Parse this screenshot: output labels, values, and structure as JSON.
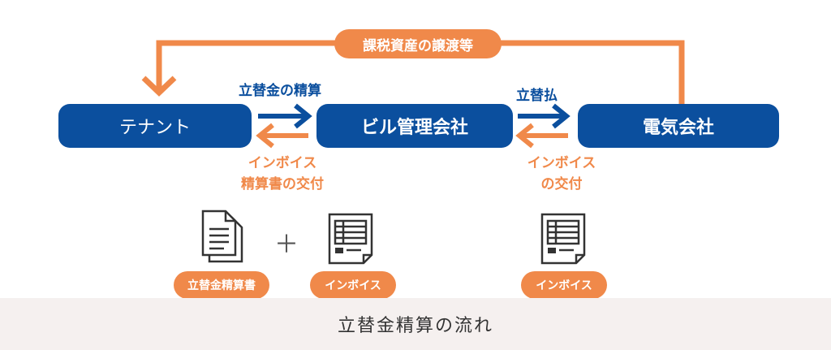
{
  "nodes": {
    "tenant": "テナント",
    "building_mgmt": "ビル管理会社",
    "electric": "電気会社"
  },
  "arrows": {
    "top_loop_label": "課税資産の譲渡等",
    "tenant_to_mgmt": "立替金の精算",
    "mgmt_to_electric": "立替払",
    "mgmt_to_tenant_line1": "インボイス",
    "mgmt_to_tenant_line2": "精算書の交付",
    "electric_to_mgmt_line1": "インボイス",
    "electric_to_mgmt_line2": "の交付"
  },
  "documents": {
    "plus_sign": "＋",
    "settlement_doc_label": "立替金精算書",
    "invoice_label_left": "インボイス",
    "invoice_label_right": "インボイス"
  },
  "caption": "立替金精算の流れ",
  "colors": {
    "blue": "#0b4f9e",
    "orange": "#f0894a",
    "caption_bg": "#f5f0ef"
  }
}
